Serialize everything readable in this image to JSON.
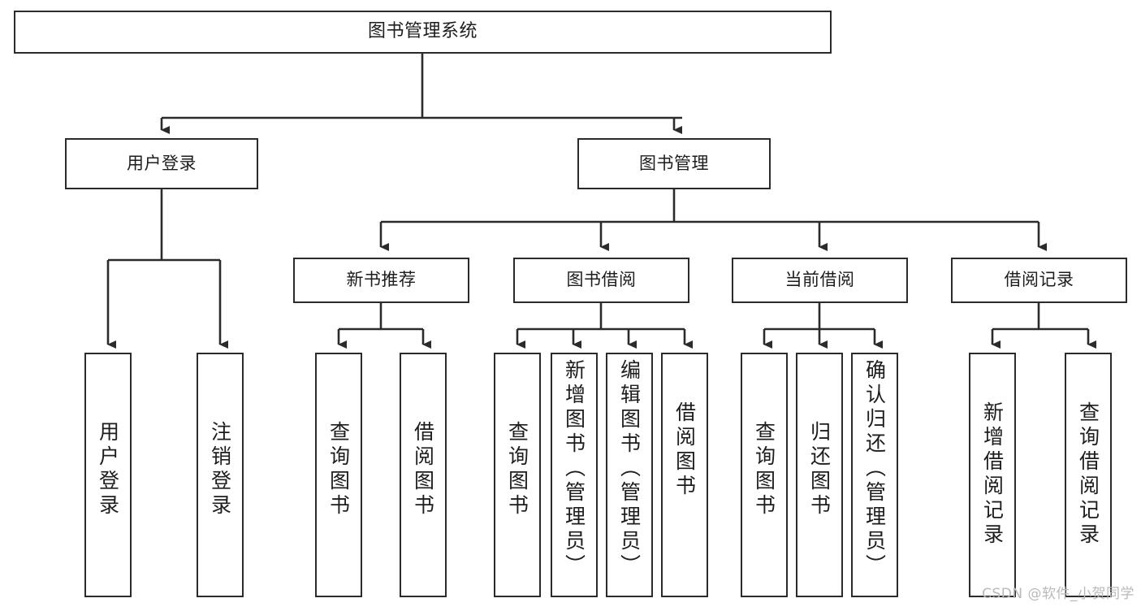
{
  "diagram": {
    "title": "图书管理系统",
    "type": "tree",
    "colors": {
      "stroke": "#2b2b2b",
      "fill": "#ffffff",
      "text": "#1d1d1d",
      "watermark": "#b9b9b9"
    },
    "root": {
      "label": "图书管理系统"
    },
    "level2": [
      {
        "label": "用户登录"
      },
      {
        "label": "图书管理"
      }
    ],
    "level3": [
      {
        "label": "新书推荐"
      },
      {
        "label": "图书借阅"
      },
      {
        "label": "当前借阅"
      },
      {
        "label": "借阅记录"
      }
    ],
    "leaves": {
      "user_login": [
        {
          "label": "用户登录"
        },
        {
          "label": "注销登录"
        }
      ],
      "new_book": [
        {
          "label": "查询图书"
        },
        {
          "label": "借阅图书"
        }
      ],
      "book_borrow": [
        {
          "label": "查询图书"
        },
        {
          "label": "新增图书（管理员）"
        },
        {
          "label": "编辑图书（管理员）"
        },
        {
          "label": "借阅图书"
        }
      ],
      "current_borrow": [
        {
          "label": "查询图书"
        },
        {
          "label": "归还图书"
        },
        {
          "label": "确认归还（管理员）"
        }
      ],
      "borrow_record": [
        {
          "label": "新增借阅记录"
        },
        {
          "label": "查询借阅记录"
        }
      ]
    }
  },
  "watermark": {
    "text": "CSDN @软件_小贺同学"
  }
}
